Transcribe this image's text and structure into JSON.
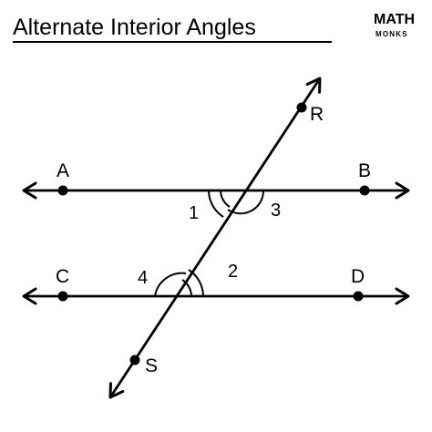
{
  "title": "Alternate Interior Angles",
  "logo": {
    "line1": "MATH",
    "line2": "MONKS"
  },
  "points": {
    "A": "A",
    "B": "B",
    "C": "C",
    "D": "D",
    "R": "R",
    "S": "S"
  },
  "angles": {
    "a1": "1",
    "a2": "2",
    "a3": "3",
    "a4": "4"
  },
  "colors": {
    "ink": "#000000",
    "background": "#ffffff"
  }
}
